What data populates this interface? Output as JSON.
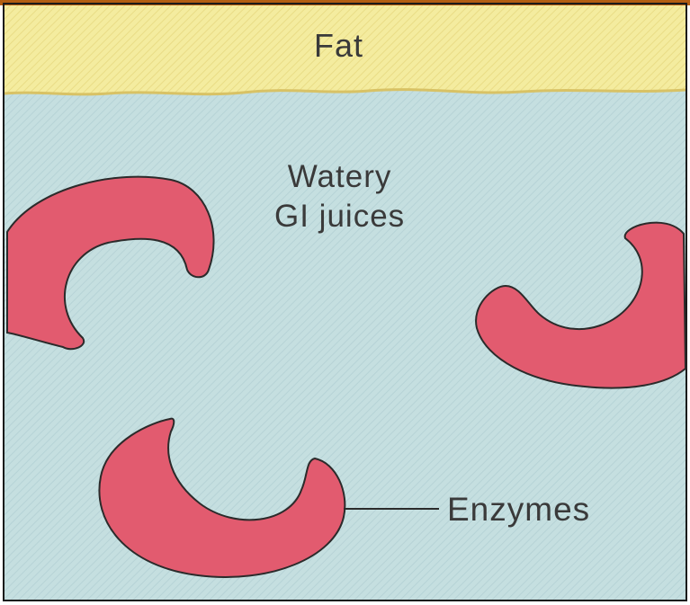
{
  "diagram": {
    "fat_label": "Fat",
    "water_label_line1": "Watery",
    "water_label_line2": "GI juices",
    "enzyme_label": "Enzymes",
    "colors": {
      "fat": "#f3ea9e",
      "fat_edge": "#c9a84a",
      "water": "#c5dfe0",
      "enzyme": "#e25b6f",
      "outline": "#2b2b2b",
      "text": "#3a3a3a",
      "top_border": "#b25e12"
    }
  }
}
